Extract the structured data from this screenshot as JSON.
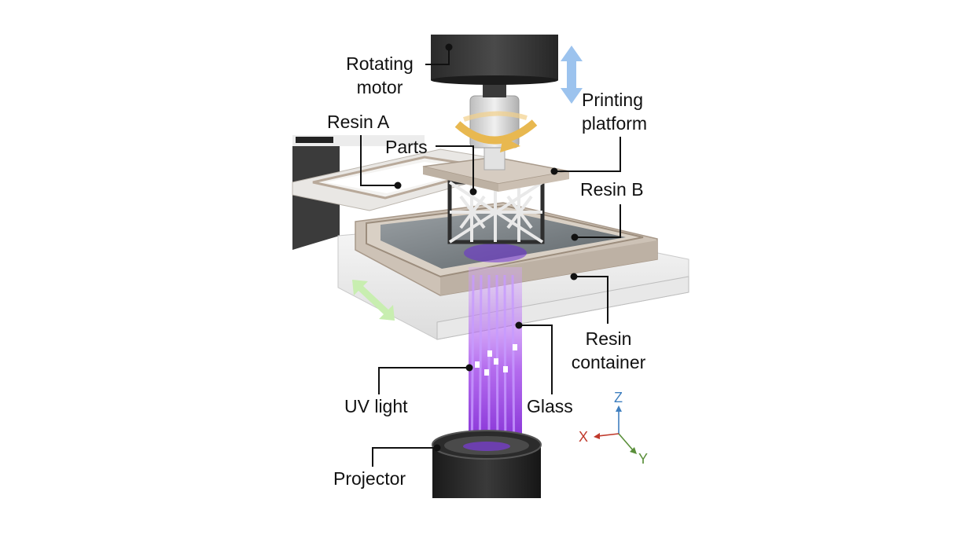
{
  "labels": {
    "rotating_motor": [
      "Rotating",
      "motor"
    ],
    "printing_platform": [
      "Printing",
      "platform"
    ],
    "resin_a": "Resin A",
    "parts": "Parts",
    "resin_b": "Resin B",
    "resin_container": [
      "Resin",
      "container"
    ],
    "uv_light": "UV light",
    "glass": "Glass",
    "projector": "Projector"
  },
  "axes": {
    "z": "Z",
    "x": "X",
    "y": "Y"
  },
  "colors": {
    "uv": "#8a2be2",
    "z_axis": "#3f7fbf",
    "x_axis": "#c0392b",
    "y_axis": "#5a8f3a",
    "vertical_arrow": "#9cc3ee",
    "horizontal_arrow": "#c8eeb0",
    "rotation_arrow": "#e8b850"
  }
}
